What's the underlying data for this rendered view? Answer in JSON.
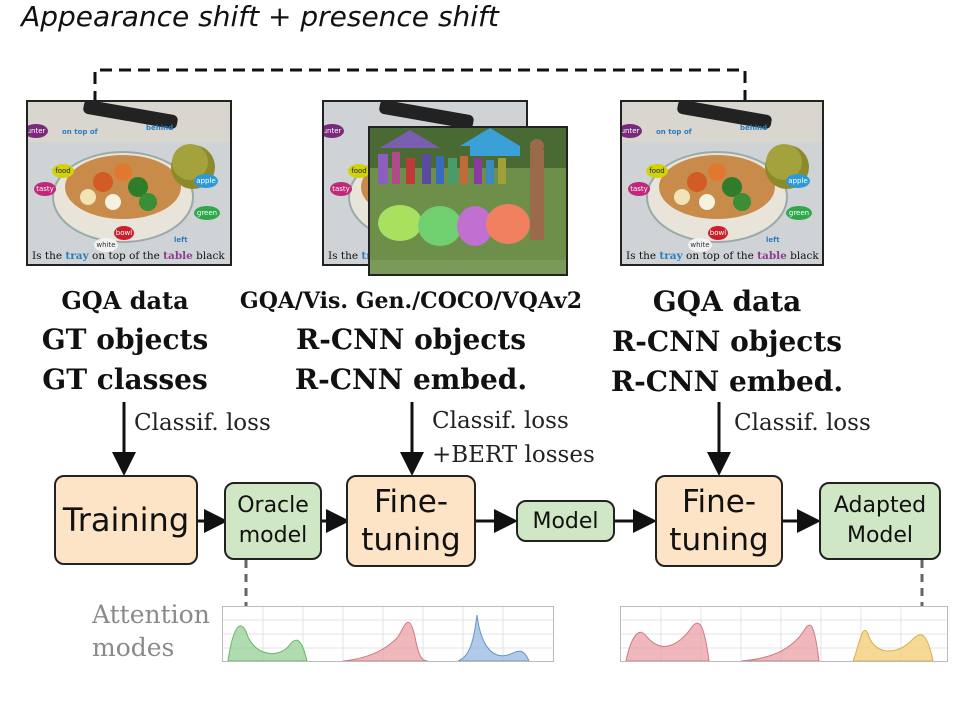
{
  "top_caption": "Appearance shift + presence shift",
  "photo_caption": {
    "pre": "Is the ",
    "tray": "tray",
    "mid": " on top of the ",
    "table": "table",
    "post": " black"
  },
  "scene_labels": {
    "unter": "unter",
    "on_top_of": "on top of",
    "behind": "behind",
    "food": "food",
    "tasty": "tasty",
    "apple": "apple",
    "green": "green",
    "bowl": "bowl",
    "white": "white",
    "left": "left"
  },
  "columns": [
    {
      "line1": "GQA data",
      "line2": "GT objects",
      "line3": "GT classes"
    },
    {
      "line1": "GQA/Vis. Gen./COCO/VQAv2",
      "line2": "R-CNN objects",
      "line3": "R-CNN embed."
    },
    {
      "line1": "GQA data",
      "line2": "R-CNN objects",
      "line3": "R-CNN embed."
    }
  ],
  "losses": {
    "left": "Classif. loss",
    "middle_1": "Classif. loss",
    "middle_2": "+BERT losses",
    "right": "Classif. loss"
  },
  "boxes": {
    "training": "Training",
    "oracle_1": "Oracle",
    "oracle_2": "model",
    "finetune_1a": "Fine-",
    "finetune_1b": "tuning",
    "model": "Model",
    "finetune_2a": "Fine-",
    "finetune_2b": "tuning",
    "adapted_1": "Adapted",
    "adapted_2": "Model"
  },
  "attention": {
    "line1": "Attention",
    "line2": "modes"
  },
  "colors": {
    "orange_box": "#fde4c6",
    "green_box": "#cfe7c4",
    "curve_green": "#8fcf8f",
    "curve_red": "#e89aa0",
    "curve_blue": "#8fb3e0",
    "curve_yellow": "#f2cf7a"
  }
}
